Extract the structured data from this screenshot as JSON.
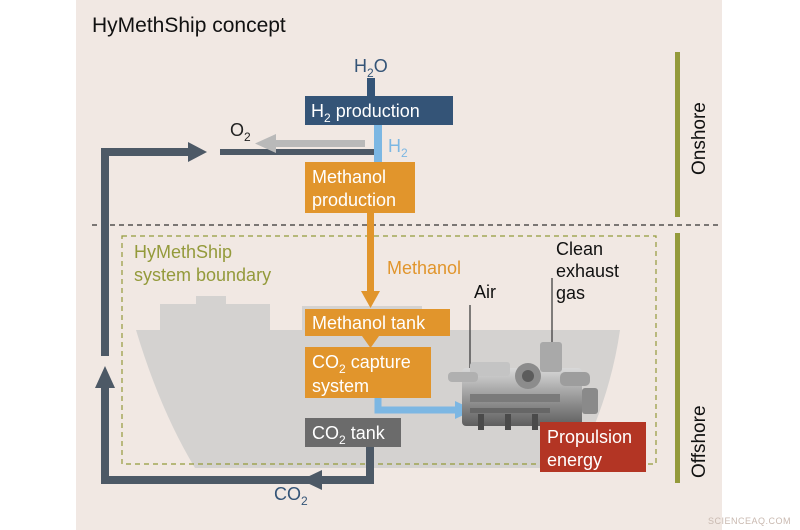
{
  "title": "HyMethShip concept",
  "water_label": {
    "main": "H",
    "sub": "2",
    "tail": "O"
  },
  "h2_production": {
    "main": "H",
    "sub": "2",
    "tail": " production"
  },
  "h2_label": {
    "main": "H",
    "sub": "2"
  },
  "o2_label": {
    "main": "O",
    "sub": "2"
  },
  "methanol_production": {
    "line1": "Methanol",
    "line2": "production"
  },
  "system_boundary": {
    "line1": "HyMethShip",
    "line2": "system boundary"
  },
  "methanol_label": "Methanol",
  "methanol_tank": "Methanol tank",
  "co2_capture": {
    "main": "CO",
    "sub": "2",
    "tail": " capture",
    "line2": "system"
  },
  "co2_tank": {
    "main": "CO",
    "sub": "2",
    "tail": " tank"
  },
  "co2_label": {
    "main": "CO",
    "sub": "2"
  },
  "air_label": "Air",
  "exhaust": {
    "line1": "Clean",
    "line2": "exhaust",
    "line3": "gas"
  },
  "propulsion": {
    "line1": "Propulsion",
    "line2": "energy"
  },
  "onshore": "Onshore",
  "offshore": "Offshore",
  "watermark": "SCIENCEAQ.COM",
  "colors": {
    "background": "#f1e8e3",
    "navy": "#345477",
    "orange": "#e1952c",
    "grey_box": "#6b6b6b",
    "red": "#b33524",
    "olive": "#949a3b",
    "light_blue": "#7cb7e3",
    "light_grey": "#b9b9b9",
    "loop_arrow": "#4d5966",
    "ship": "#d4d2d0"
  }
}
